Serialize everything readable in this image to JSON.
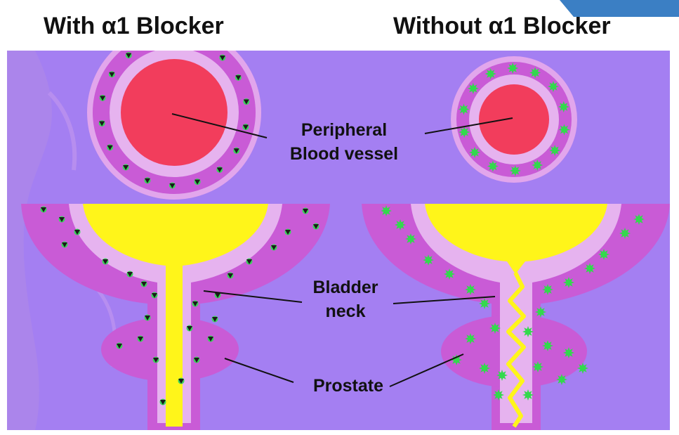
{
  "titles": {
    "left": "With α1  Blocker",
    "right": "Without α1  Blocker"
  },
  "labels": {
    "vessel_line1": "Peripheral",
    "vessel_line2": "Blood vessel",
    "bladder_line1": "Bladder",
    "bladder_line2": "neck",
    "prostate": "Prostate"
  },
  "colors": {
    "background": "#a47ff2",
    "tissue": "#c95bd6",
    "wall_light": "#e2a6ec",
    "lumen_blood": "#f23d5c",
    "urine": "#fff51a",
    "receptor_active": "#33d94d",
    "blocker": "#222222",
    "body_silhouette": "#b88fe8"
  }
}
